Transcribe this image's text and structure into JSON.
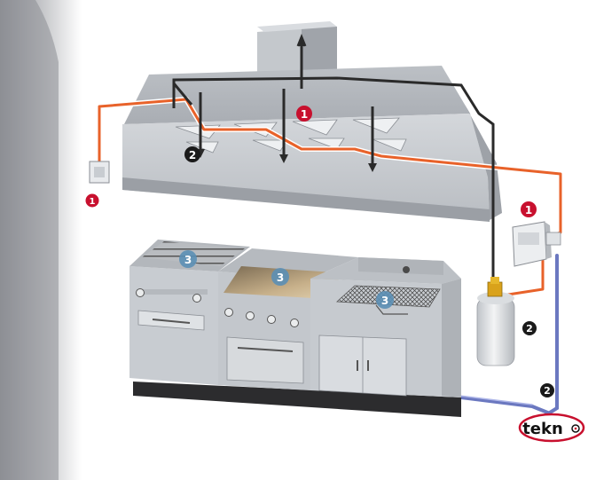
{
  "markers": {
    "m1_hood": "1",
    "m1_left_detector": "1",
    "m1_right_panel": "1",
    "m2_hood": "2",
    "m2_cylinder": "2",
    "m2_supply": "2",
    "m3_grill": "3",
    "m3_griddle": "3",
    "m3_fryer": "3"
  },
  "logo": {
    "text": "tekn"
  },
  "colors": {
    "detection_line": "#e8622a",
    "marker_red": "#c8102e",
    "marker_black": "#1a1a1a",
    "marker_blue": "#5b8fb5",
    "steel": "#c9cdd2",
    "pipe": "#2a2a2a",
    "supply_pipe": "#6b78c0"
  }
}
